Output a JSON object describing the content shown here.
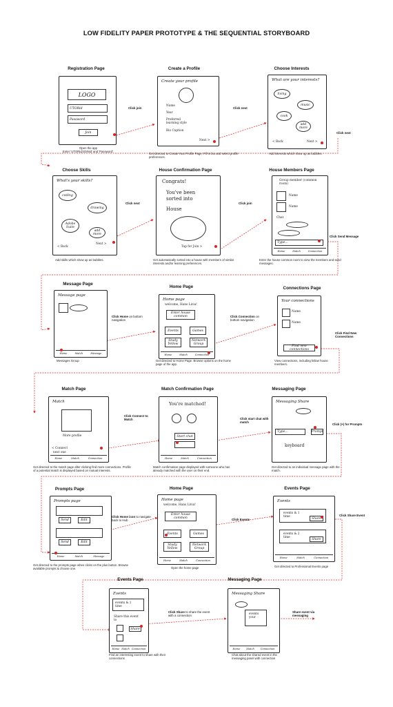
{
  "title": "LOW FIDELITY PAPER PROTOTYPE & THE SEQUENTIAL STORYBOARD",
  "colors": {
    "accent": "#e02020",
    "ink": "#222222"
  },
  "screens": [
    {
      "id": "s1",
      "title": "Registration Page",
      "caption": "Open the app\nEnter 'UTORid/JOINid' and 'Password'."
    },
    {
      "id": "s2",
      "title": "Create a Profile",
      "caption": "Get directed to Create Your Profile Page. Fill in bio and select profile preferences."
    },
    {
      "id": "s3",
      "title": "Choose Interests",
      "caption": "Add interests which show up as bubbles."
    },
    {
      "id": "s4",
      "title": "Choose Skills",
      "caption": "Add skills which show up as bubbles."
    },
    {
      "id": "s5",
      "title": "House Confirmation Page",
      "caption": "Get automatically sorted into a house with members of similar interests and/or learning preferences."
    },
    {
      "id": "s6",
      "title": "House Members Page",
      "caption": "Enter the house common room to view the members and send messages."
    },
    {
      "id": "s7",
      "title": "Message Page",
      "caption": "Messages Group"
    },
    {
      "id": "s8",
      "title": "Home Page",
      "caption": "Get directed to Home Page. Browse options on the home page of the app."
    },
    {
      "id": "s9",
      "title": "Connections Page",
      "caption": "View connections, including fellow house members."
    },
    {
      "id": "s10",
      "title": "Match Page",
      "caption": "Get directed to the match page after clicking find more connections. Profile of a potential match is displayed based on mutual interests."
    },
    {
      "id": "s11",
      "title": "Match Confirmation Page",
      "caption": "Match confirmation page displayed with someone who has already matched with the user on their end."
    },
    {
      "id": "s12",
      "title": "Messaging Page",
      "caption": "Get directed to an individual message page with the match."
    },
    {
      "id": "s13",
      "title": "Prompts Page",
      "caption": "Get directed to the prompts page when clicks on the plus button. Browse available prompts & choose one."
    },
    {
      "id": "s14",
      "title": "Home Page",
      "caption": "Open the home page"
    },
    {
      "id": "s15",
      "title": "Events Page",
      "caption": "Get directed to Professional Events page"
    },
    {
      "id": "s16",
      "title": "Events Page",
      "caption": "Find an interesting event to share with their connections"
    },
    {
      "id": "s17",
      "title": "Messaging Page",
      "caption": "Chat about the shared event in the messaging panel with connection"
    }
  ],
  "actions": [
    {
      "bold": "Click join",
      "rest": ""
    },
    {
      "bold": "Click next",
      "rest": ""
    },
    {
      "bold": "Click next",
      "rest": ""
    },
    {
      "bold": "Click next",
      "rest": ""
    },
    {
      "bold": "Click join",
      "rest": ""
    },
    {
      "bold": "Click Send Message",
      "rest": ""
    },
    {
      "bold": "Click Home",
      "rest": " on bottom navigation"
    },
    {
      "bold": "Click Connection",
      "rest": " on bottom navigation"
    },
    {
      "bold": "Click  Find New Connections",
      "rest": ""
    },
    {
      "bold": "Click Connect to Match",
      "rest": ""
    },
    {
      "bold": "Click start chat with match",
      "rest": ""
    },
    {
      "bold": "Click (+) for Prompts",
      "rest": ""
    },
    {
      "bold": "Click Home icon",
      "rest": " to navigate back to Hub"
    },
    {
      "bold": "Click Events",
      "rest": ""
    },
    {
      "bold": "Click Share Event",
      "rest": ""
    },
    {
      "bold": "Click Share",
      "rest": " to share the event with a connection"
    },
    {
      "bold": "Share event via messaging",
      "rest": ""
    }
  ],
  "sketch": {
    "logo": "LOGO",
    "utorid": "UTORid",
    "password": "Password",
    "join": "Join",
    "create_profile": "Create your profile",
    "name": "Name",
    "year": "Year",
    "pref_learn": "Preferred learning style",
    "bio": "Bio Caption",
    "next": "Next >",
    "what_interests": "What are your interests?",
    "living": "living",
    "music": "music",
    "cook": "cook",
    "add_more": "add more",
    "back": "< Back",
    "what_skills": "What's your skills?",
    "coding": "coding",
    "drawing": "drawing",
    "adobe": "Adobe Suite",
    "congrats": "Congrats!",
    "sorted": "You've been sorted into",
    "house": "House",
    "tap_join": "Tap for Join >",
    "group_member": "Group member (common room)",
    "chat": "Chat",
    "type": "Type...",
    "message_page": "Message page",
    "home_page": "Home page",
    "welcome": "welcome, Hans Livia!",
    "enter_house": "Enter house common",
    "events": "Events",
    "games": "Games",
    "study": "Study Yellow",
    "network": "Network Group",
    "your_connections": "Your connections",
    "find_new": "Find new connections",
    "match": "Match",
    "more_profile": "More profile",
    "connect": "< Connect",
    "next_one": "next one",
    "matched": "You're matched!",
    "start_chat": "Start chat",
    "messaging": "Messaging Share",
    "keyboard": "keyboard",
    "prompt": "Prompt",
    "prompts_page": "Prompts page",
    "send": "Send",
    "edit": "Edit",
    "events_title": "Events",
    "event_1": "events & 1 time",
    "event_2": "events & 2 time",
    "share": "Share",
    "share_event": "Share this event to",
    "messaging_share": "Messaging Share",
    "events_your": "events your",
    "nav_home": "Home",
    "nav_match": "Match",
    "nav_message": "Message",
    "nav_connection": "Connection"
  }
}
